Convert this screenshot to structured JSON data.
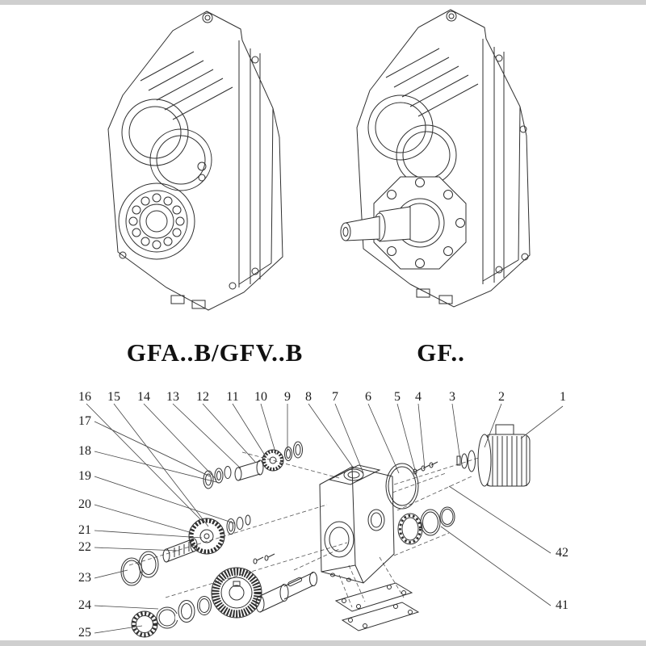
{
  "models": {
    "left_label": "GFA..B/GFV..B",
    "right_label": "GF.."
  },
  "exploded": {
    "top_labels": [
      "16",
      "15",
      "14",
      "13",
      "12",
      "11",
      "10",
      "9",
      "8",
      "7",
      "6",
      "5",
      "4",
      "3",
      "2",
      "1"
    ],
    "left_labels": [
      "17",
      "18",
      "19",
      "20",
      "21",
      "22",
      "23",
      "24",
      "25"
    ],
    "right_labels": [
      "42",
      "41"
    ]
  },
  "colors": {
    "line": "#2f2f2f",
    "leader": "#444444",
    "dashed": "#555555",
    "page_edge": "#cfcfcf",
    "ink": "#111111"
  }
}
